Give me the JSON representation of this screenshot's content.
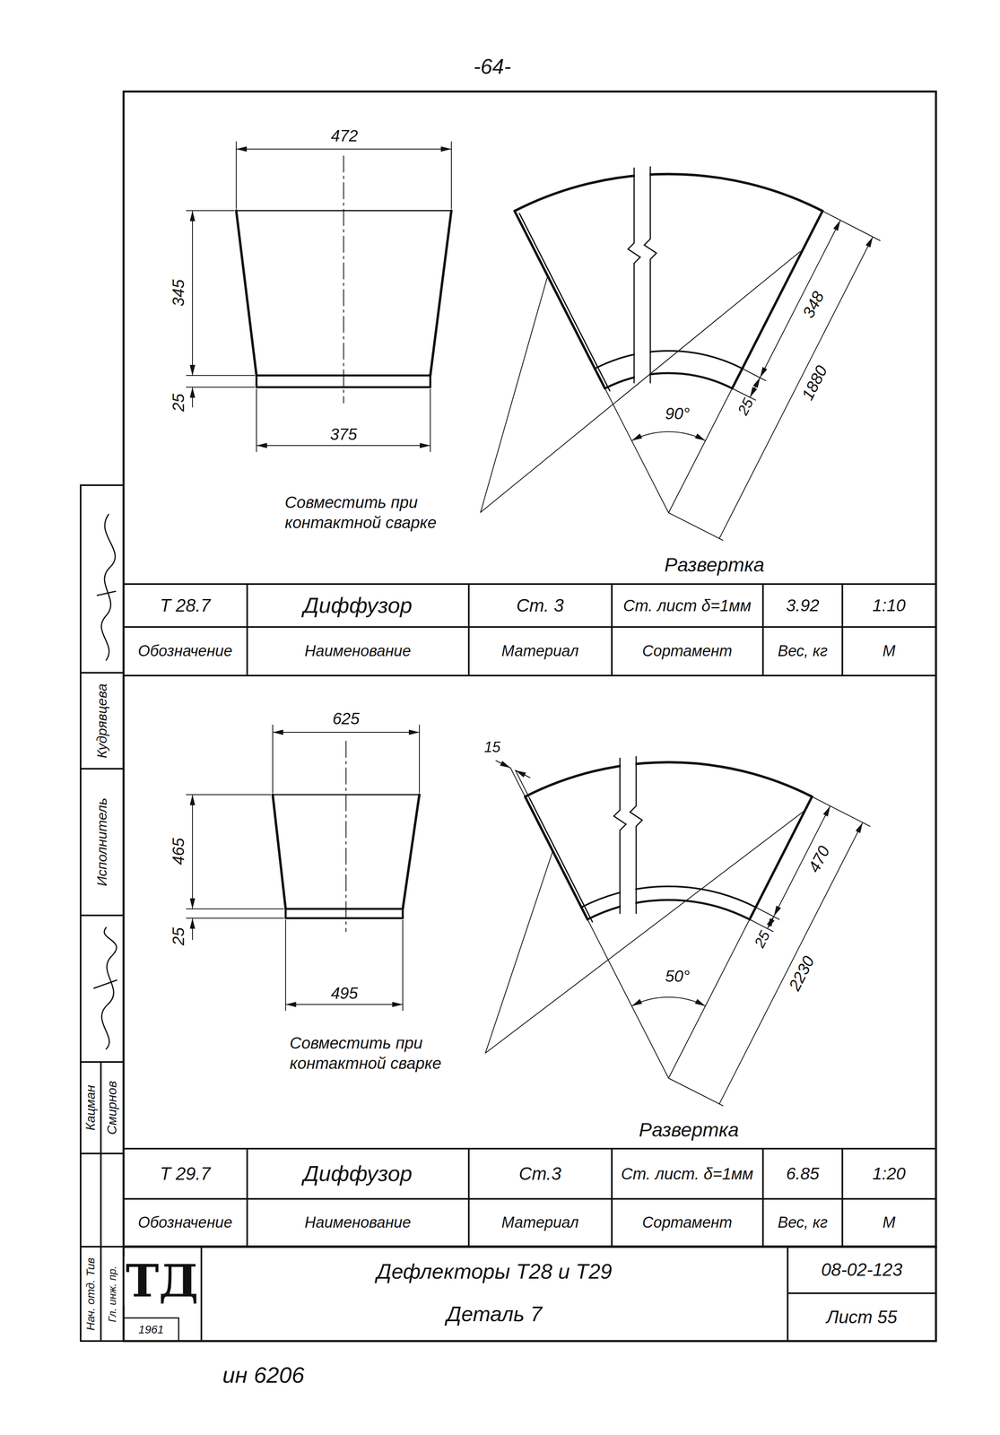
{
  "diagram": {
    "labels": [
      "-64-",
      "472",
      "345",
      "25",
      "375",
      "348",
      "25",
      "1880",
      "90°",
      "Совместить при контактной сварке",
      "Развертка",
      "Т 28.7",
      "Диффузор",
      "Ст. 3",
      "Ст. лист δ=1мм",
      "3.92",
      "1:10",
      "Обозначение",
      "Наименование",
      "Материал",
      "Сортамент",
      "Вес, кг",
      "М",
      "625",
      "465",
      "25",
      "495",
      "15",
      "470",
      "25",
      "2230",
      "50°",
      "Совместить при контактной сварке",
      "Развертка",
      "Т 29.7",
      "Диффузор",
      "Ст.3",
      "Ст. лист. δ=1мм",
      "6.85",
      "1:20",
      "Обозначение",
      "Наименование",
      "Материал",
      "Сортамент",
      "Вес, кг",
      "М",
      "ТД",
      "1961",
      "Дефлекторы Т28 и Т29",
      "Деталь 7",
      "08-02-123",
      "Лист 55",
      "Кудрявцева",
      "Исполнитель",
      "Кацман",
      "Смирнов",
      "Нач. отд. Тив",
      "Гл. инж. пр.",
      "ин 6206"
    ]
  }
}
